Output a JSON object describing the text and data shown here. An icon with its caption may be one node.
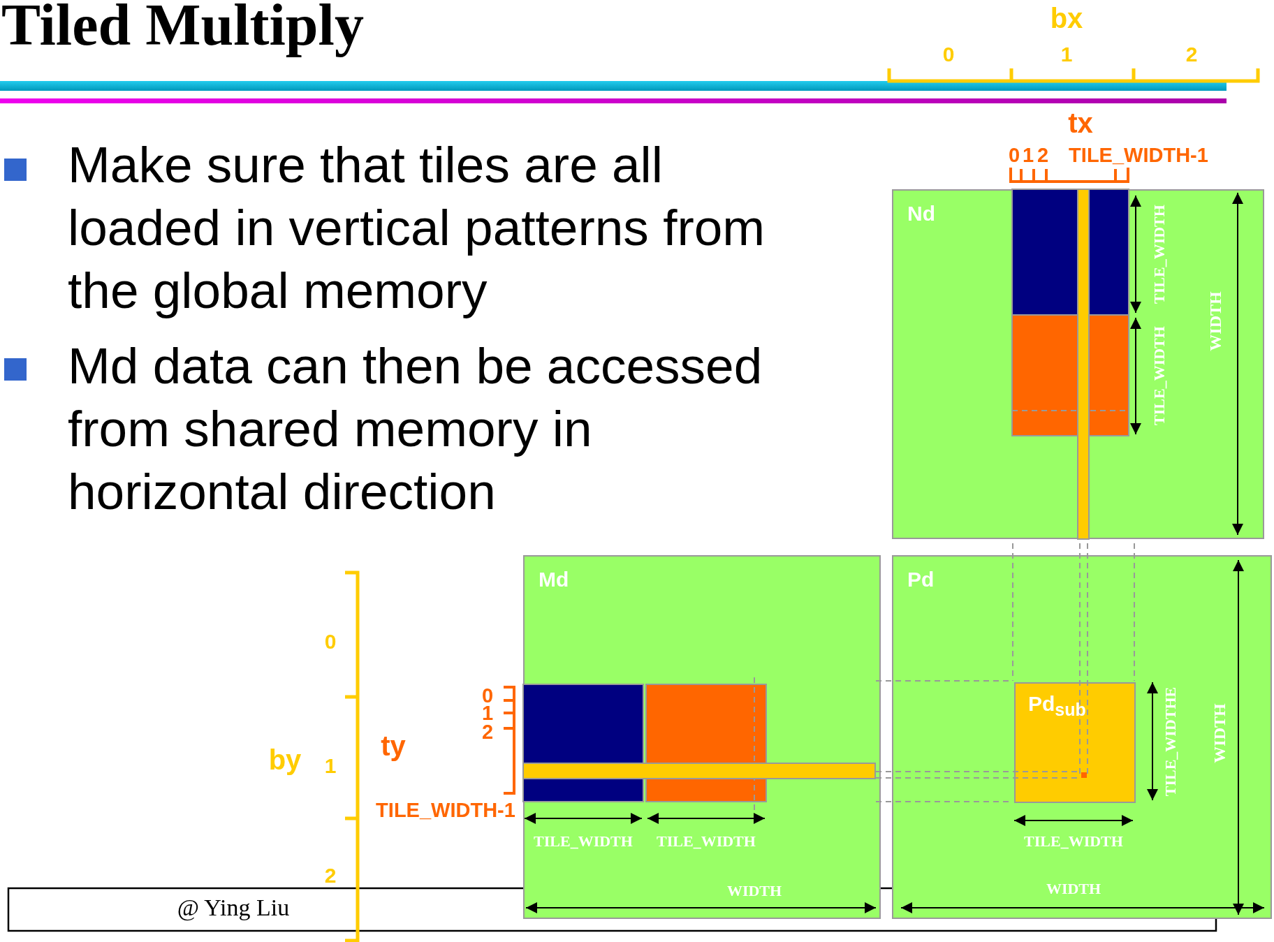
{
  "diagram": {
    "title": "Tiled Multiply",
    "nodes": [
      {
        "text": [
          "Nd"
        ]
      },
      {
        "text": [
          "Md"
        ]
      },
      {
        "text": [
          "Pd"
        ]
      },
      {
        "text": [
          "Pd$_{sub}$"
        ],
        "in": 2
      }
    ],
    "labels": [
      "Make sure that tiles are all loaded in vertical patterns from the global memory",
      "Md data can then be accessed from shared memory in horizontal direction",
      "bx",
      "0",
      "1",
      "2",
      "tx",
      "0",
      "1",
      "2",
      "TILE_WIDTH-1",
      "TILE_WIDTH",
      "TILE_WIDTH",
      "WIDTH",
      "0",
      "by",
      "1",
      "2",
      "ty",
      "0",
      "1",
      "2",
      "TILE_WIDTH-1",
      "TILE_WIDTH",
      "TILE_WIDTH",
      "WIDTH",
      "TILE_WIDTHE",
      "WIDTH",
      "TILE_WIDTH",
      "WIDTH",
      "@ Ying Liu"
    ]
  }
}
